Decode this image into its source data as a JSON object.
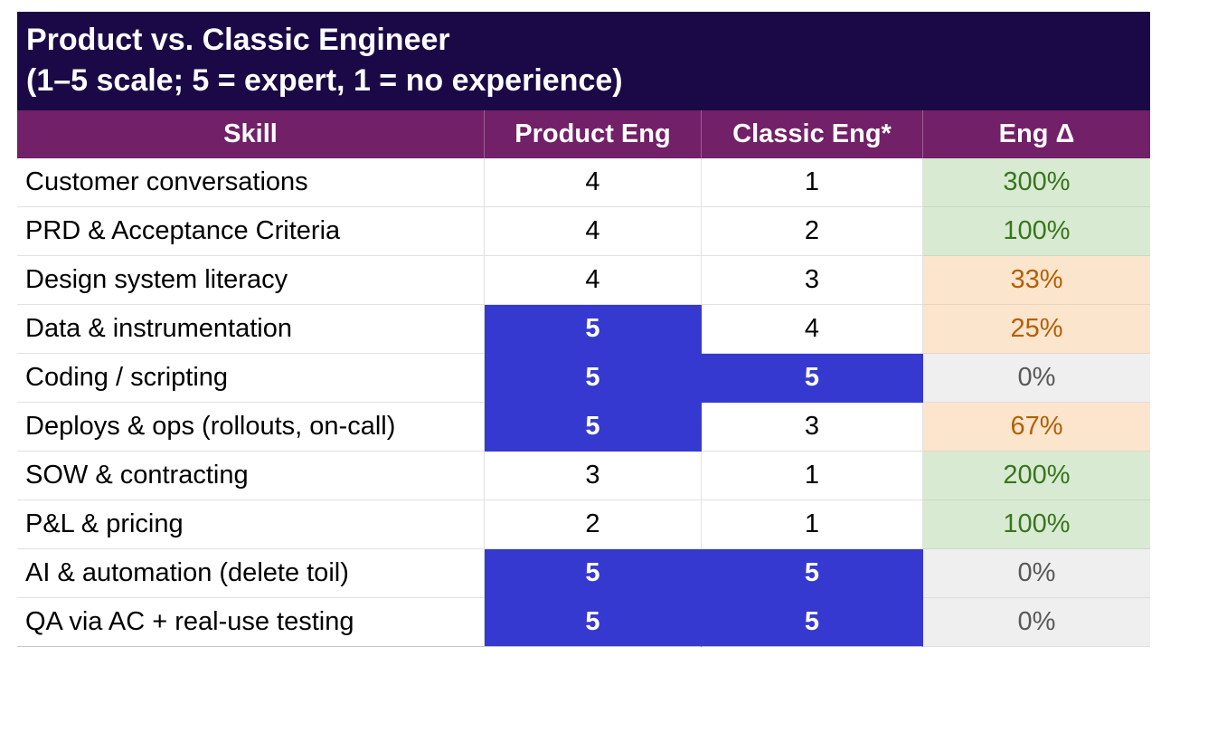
{
  "colors": {
    "title_bg": "#1b0947",
    "title_text": "#ffffff",
    "header_bg": "#722068",
    "hl_blue": "#3639cf",
    "green_bg": "#d9ead3",
    "green_text": "#38761d",
    "orange_bg": "#fce5cd",
    "orange_text": "#b45f06",
    "gray_bg": "#efefef",
    "gray_text": "#595959",
    "border": "#e1e1e1",
    "text": "#000000"
  },
  "table": {
    "title_line1": "Product vs. Classic Engineer",
    "title_line2": "(1–5 scale; 5 = expert, 1 = no experience)",
    "columns": [
      "Skill",
      "Product Eng",
      "Classic Eng*",
      "Eng Δ"
    ],
    "rows": [
      {
        "skill": "Customer conversations",
        "product": "4",
        "product_highlight": false,
        "classic": "1",
        "classic_highlight": false,
        "delta": "300%",
        "delta_style": "green"
      },
      {
        "skill": "PRD & Acceptance Criteria",
        "product": "4",
        "product_highlight": false,
        "classic": "2",
        "classic_highlight": false,
        "delta": "100%",
        "delta_style": "green"
      },
      {
        "skill": "Design system literacy",
        "product": "4",
        "product_highlight": false,
        "classic": "3",
        "classic_highlight": false,
        "delta": "33%",
        "delta_style": "orange"
      },
      {
        "skill": "Data & instrumentation",
        "product": "5",
        "product_highlight": true,
        "classic": "4",
        "classic_highlight": false,
        "delta": "25%",
        "delta_style": "orange"
      },
      {
        "skill": "Coding / scripting",
        "product": "5",
        "product_highlight": true,
        "classic": "5",
        "classic_highlight": true,
        "delta": "0%",
        "delta_style": "gray"
      },
      {
        "skill": "Deploys & ops (rollouts, on-call)",
        "product": "5",
        "product_highlight": true,
        "classic": "3",
        "classic_highlight": false,
        "delta": "67%",
        "delta_style": "orange"
      },
      {
        "skill": "SOW & contracting",
        "product": "3",
        "product_highlight": false,
        "classic": "1",
        "classic_highlight": false,
        "delta": "200%",
        "delta_style": "green"
      },
      {
        "skill": "P&L & pricing",
        "product": "2",
        "product_highlight": false,
        "classic": "1",
        "classic_highlight": false,
        "delta": "100%",
        "delta_style": "green"
      },
      {
        "skill": "AI & automation (delete toil)",
        "product": "5",
        "product_highlight": true,
        "classic": "5",
        "classic_highlight": true,
        "delta": "0%",
        "delta_style": "gray"
      },
      {
        "skill": "QA via AC + real-use testing",
        "product": "5",
        "product_highlight": true,
        "classic": "5",
        "classic_highlight": true,
        "delta": "0%",
        "delta_style": "gray"
      }
    ]
  },
  "chart_data": {
    "type": "table",
    "title": "Product vs. Classic Engineer (1–5 scale; 5 = expert, 1 = no experience)",
    "columns": [
      "Skill",
      "Product Eng",
      "Classic Eng*",
      "Eng Δ"
    ],
    "rows": [
      [
        "Customer conversations",
        4,
        1,
        "300%"
      ],
      [
        "PRD & Acceptance Criteria",
        4,
        2,
        "100%"
      ],
      [
        "Design system literacy",
        4,
        3,
        "33%"
      ],
      [
        "Data & instrumentation",
        5,
        4,
        "25%"
      ],
      [
        "Coding / scripting",
        5,
        5,
        "0%"
      ],
      [
        "Deploys & ops (rollouts, on-call)",
        5,
        3,
        "67%"
      ],
      [
        "SOW & contracting",
        3,
        1,
        "200%"
      ],
      [
        "P&L & pricing",
        2,
        1,
        "100%"
      ],
      [
        "AI & automation (delete toil)",
        5,
        5,
        "0%"
      ],
      [
        "QA via AC + real-use testing",
        5,
        5,
        "0%"
      ]
    ],
    "notes": "Blue-highlighted cells mark scores of 5; Eng Δ cells are green (≥100%), orange (25–67%), gray (0%)."
  }
}
